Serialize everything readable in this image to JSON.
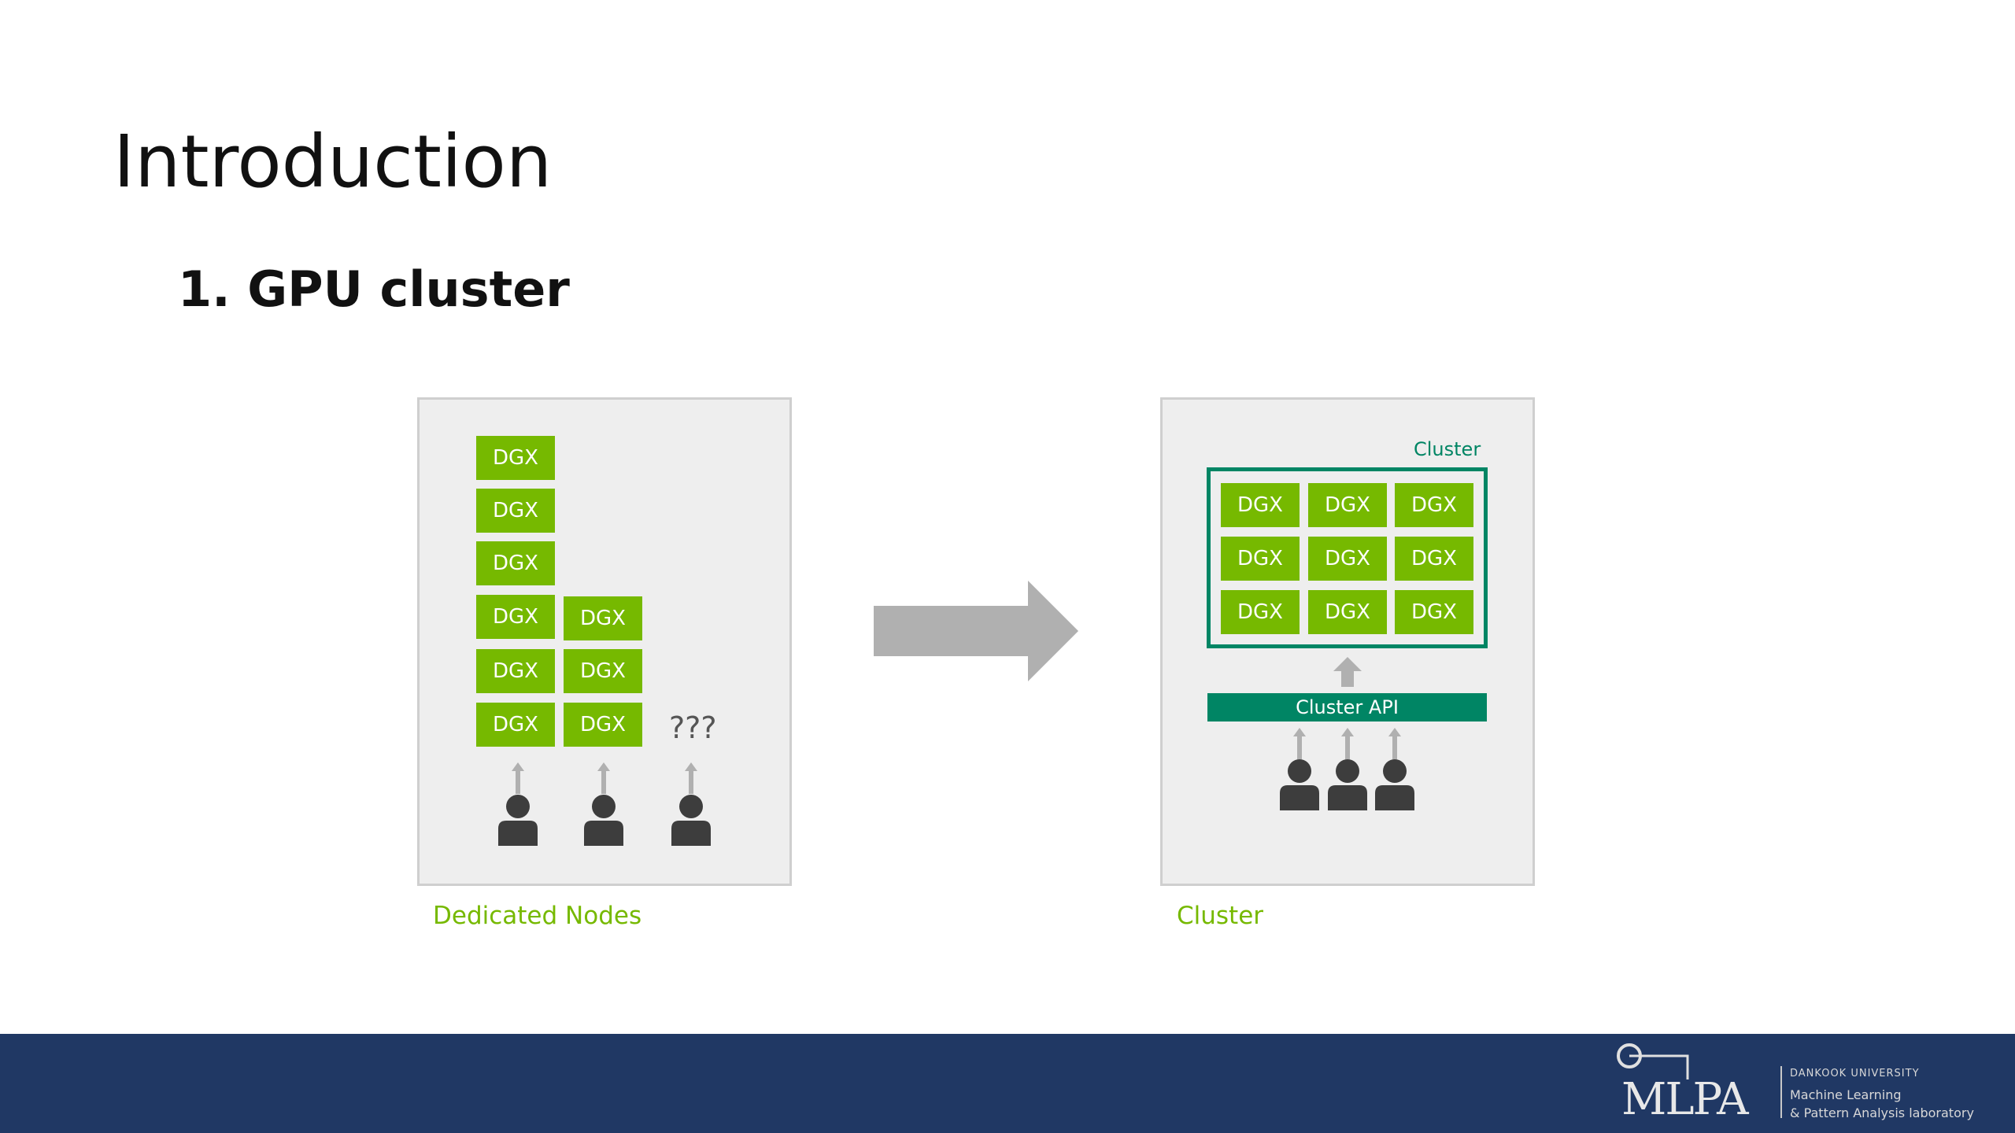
{
  "slide": {
    "title": "Introduction",
    "subtitle": "1. GPU cluster"
  },
  "left_panel": {
    "caption": "Dedicated Nodes",
    "node_label": "DGX",
    "unknown": "???"
  },
  "right_panel": {
    "caption": "Cluster",
    "cluster_label": "Cluster",
    "api_label": "Cluster API",
    "node_label": "DGX"
  },
  "footer": {
    "logo_text": "MLPA",
    "university": "DANKOOK UNIVERSITY",
    "lab_line1": "Machine Learning",
    "lab_line2": "& Pattern Analysis laboratory"
  },
  "colors": {
    "green": "#76b900",
    "teal": "#008564",
    "footer_bg": "#203864",
    "arrow_gray": "#b0b0b0",
    "person": "#3d3d3d"
  },
  "icons": {
    "person": "user-icon",
    "up_arrow": "up-arrow-icon",
    "big_arrow": "right-arrow-icon"
  }
}
